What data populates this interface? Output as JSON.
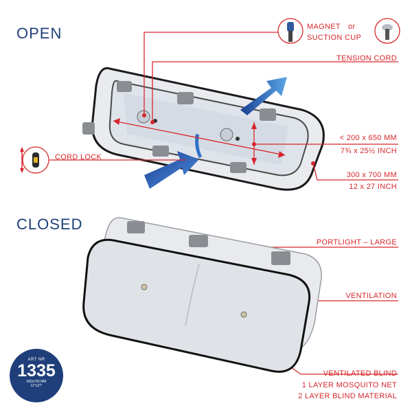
{
  "headings": {
    "open": "OPEN",
    "closed": "CLOSED"
  },
  "labels": {
    "magnet": "MAGNET",
    "or": "or",
    "suction_cup": "SUCTION CUP",
    "tension_cord": "TENSION CORD",
    "cord_lock": "CORD LOCK",
    "size_inner_mm": "< 200 x 650 MM",
    "size_inner_inch": "7¾ x 25½ INCH",
    "size_outer_mm": "300 x 700 MM",
    "size_outer_inch": "12 x 27 INCH",
    "portlight": "PORTLIGHT – LARGE",
    "ventilation": "VENTILATION",
    "ventilated_blind": "VENTILATED BLIND",
    "mosquito_net": "1 LAYER MOSQUITO NET",
    "blind_material": "2 LAYER BLIND MATERIAL"
  },
  "badge": {
    "art_nr": "ART NR",
    "number": "1335",
    "size_mm": "300x700 MM",
    "size_inch": "12\"x27\""
  },
  "colors": {
    "accent_red": "#d6262b",
    "brand_blue": "#1e3f7a",
    "arrow_blue": "#2e6fc4"
  }
}
